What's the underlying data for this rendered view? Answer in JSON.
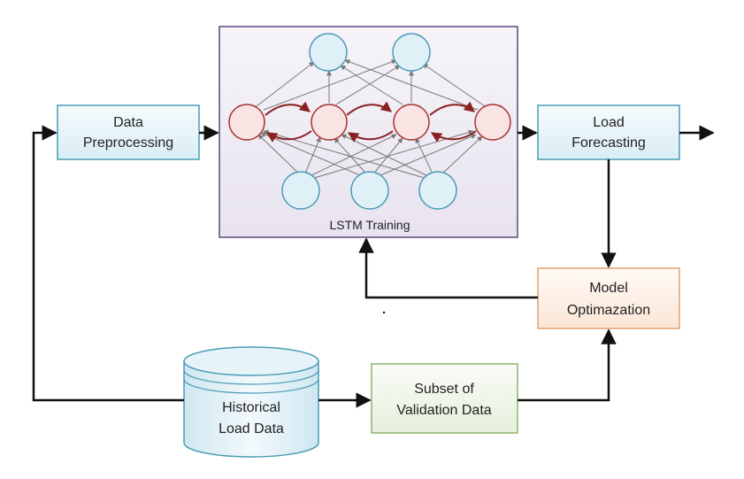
{
  "boxes": {
    "data_preprocessing": {
      "line1": "Data",
      "line2": "Preprocessing"
    },
    "lstm_training": {
      "label": "LSTM Training"
    },
    "load_forecasting": {
      "line1": "Load",
      "line2": "Forecasting"
    },
    "model_optimization": {
      "line1": "Model",
      "line2": "Optimazation"
    },
    "historical_load_data": {
      "line1": "Historical",
      "line2": "Load Data"
    },
    "subset_validation": {
      "line1": "Subset of",
      "line2": "Validation Data"
    }
  },
  "colors": {
    "blue_box_border": "#4a9bb5",
    "blue_box_fill": "#eaf5f8",
    "lstm_border": "#5c4a7a",
    "lstm_fill": "#f1eef5",
    "orange_border": "#e0a070",
    "orange_fill": "#fdf1e8",
    "green_border": "#8fb46a",
    "green_fill": "#f1f6ea",
    "neuron_blue": "#4a9bb5",
    "neuron_blue_fill": "#dff0f6",
    "neuron_red": "#a83232",
    "neuron_red_fill": "#f9e3e3",
    "arrow": "#111111"
  }
}
